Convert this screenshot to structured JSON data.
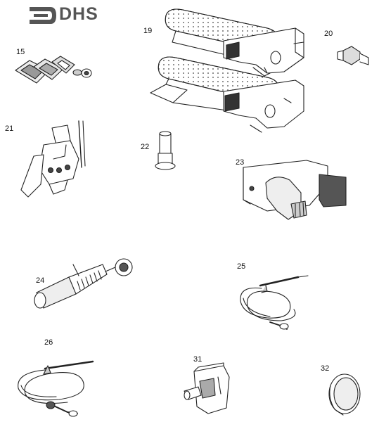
{
  "brand": {
    "text": "DHS"
  },
  "parts": [
    {
      "num": "15",
      "name": "gasket-set"
    },
    {
      "num": "19",
      "name": "burner"
    },
    {
      "num": "20",
      "name": "injector"
    },
    {
      "num": "21",
      "name": "pilot-assembly"
    },
    {
      "num": "22",
      "name": "pilot-injector"
    },
    {
      "num": "23",
      "name": "gas-valve"
    },
    {
      "num": "24",
      "name": "piezo-igniter"
    },
    {
      "num": "25",
      "name": "thermocouple"
    },
    {
      "num": "26",
      "name": "thermocouple-long"
    },
    {
      "num": "31",
      "name": "thermostat-control"
    },
    {
      "num": "32",
      "name": "control-knob"
    }
  ]
}
